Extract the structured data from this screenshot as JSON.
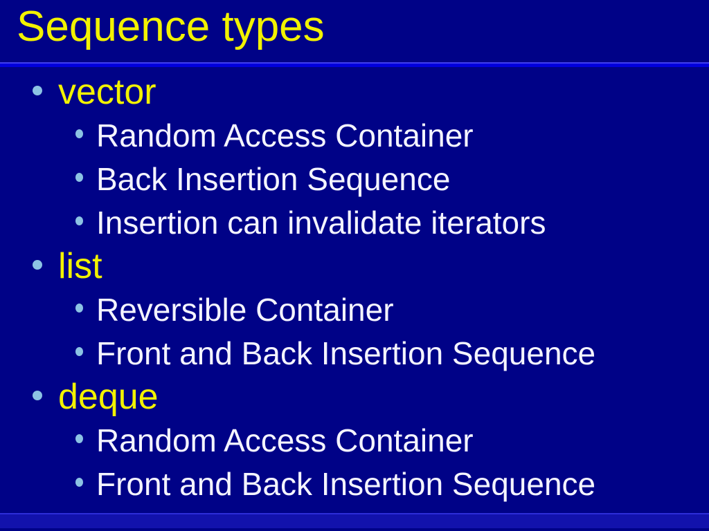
{
  "slide": {
    "title": "Sequence types",
    "bullets": [
      {
        "label": "vector",
        "children": [
          "Random Access Container",
          "Back Insertion Sequence",
          "Insertion can invalidate iterators"
        ]
      },
      {
        "label": "list",
        "children": [
          "Reversible Container",
          "Front and Back Insertion Sequence"
        ]
      },
      {
        "label": "deque",
        "children": [
          "Random Access Container",
          "Front and Back Insertion Sequence"
        ]
      }
    ]
  },
  "colors": {
    "background": "#000287",
    "title_text": "#F2F200",
    "level1_text": "#F2F200",
    "level2_text": "#F4F4FF",
    "bullet_dot": "#8CC3E4",
    "title_rule_fill": "#0101DD",
    "title_rule_edge": "#4040EE",
    "bottom_bar_fill": "#1212AC",
    "bottom_bar_edge": "#2D2DD8"
  }
}
